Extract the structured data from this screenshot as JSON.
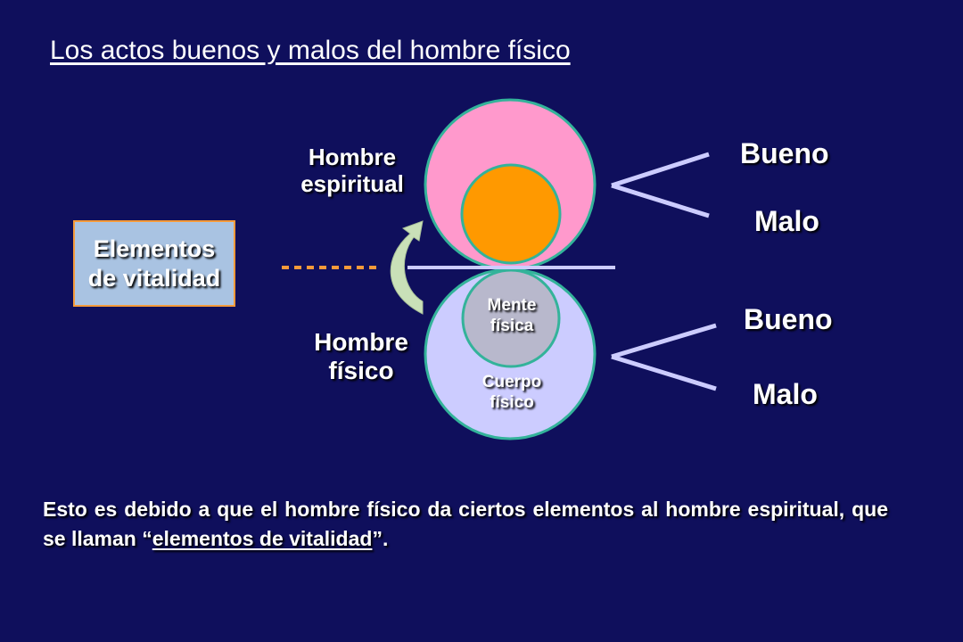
{
  "slide": {
    "title": "Los actos buenos y malos del hombre físico",
    "labels": {
      "hombre_espiritual_line1": "Hombre",
      "hombre_espiritual_line2": "espiritual",
      "hombre_fisico_line1": "Hombre",
      "hombre_fisico_line2": "físico",
      "elementos_line1": "Elementos",
      "elementos_line2": "de vitalidad",
      "mente_line1": "Mente",
      "mente_line2": "física",
      "cuerpo_line1": "Cuerpo",
      "cuerpo_line2": "físico"
    },
    "branches": {
      "upper": {
        "top": "Bueno",
        "bottom": "Malo"
      },
      "lower": {
        "top": "Bueno",
        "bottom": "Malo"
      }
    },
    "footer": {
      "text_before": "Esto es debido a que el hombre físico da ciertos elementos al hombre espiritual, que se llaman “",
      "underlined": "elementos de vitalidad",
      "text_after": "”."
    }
  },
  "colors": {
    "background": "#0f0f5c",
    "spirit_circle": "#ff99cc",
    "mind_circle": "#ff9900",
    "physical_circle": "#ccccff",
    "physical_mind_circle": "#b8b8cc",
    "circle_outline": "#33b39a",
    "box_fill": "#a9c3e2",
    "box_border": "#f59a3a",
    "dotted_line": "#f59a3a",
    "arrow": "#c9e0b8",
    "lines": "#ccccff"
  }
}
